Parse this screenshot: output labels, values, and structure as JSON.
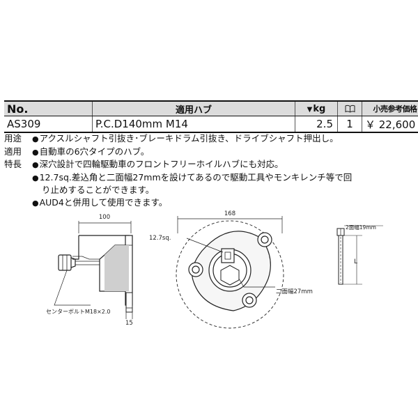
{
  "table": {
    "headers": {
      "no": "No.",
      "hub": "適用ハブ",
      "kg": "kg",
      "price": "小売参考価格"
    },
    "row": {
      "no": "AS309",
      "hub": "P.C.D140mm  M14",
      "kg": "2.5",
      "qty": "1",
      "price": "￥ 22,600"
    }
  },
  "description": {
    "usage_label": "用途",
    "usage_text": "アクスルシャフト引抜き･ブレーキドラム引抜き、ドライブシャフト押出し。",
    "applicable_label": "適用",
    "applicable_text": "自動車の6穴タイプのハブ。",
    "features_label": "特長",
    "features": [
      "深穴設計で四輪駆動車のフロントフリーホイルハブにも対応。",
      "12.7sq.差込角と二面幅27mmを設けてあるので駆動工具やモンキレンチ等で回",
      "り止めすることができます。",
      "AUD4と併用して使用できます。"
    ],
    "bullet": "●"
  },
  "figures": {
    "side": {
      "width_dim": "100",
      "flange_dim": "15",
      "bolt_note": "センターボルトM18×2.0"
    },
    "front": {
      "diameter_dim": "168",
      "socket_note": "12.7sq.",
      "hex_note": "二面幅27mm"
    },
    "bolt": {
      "hex_note": "2面幅19mm",
      "length_label": "L"
    }
  }
}
